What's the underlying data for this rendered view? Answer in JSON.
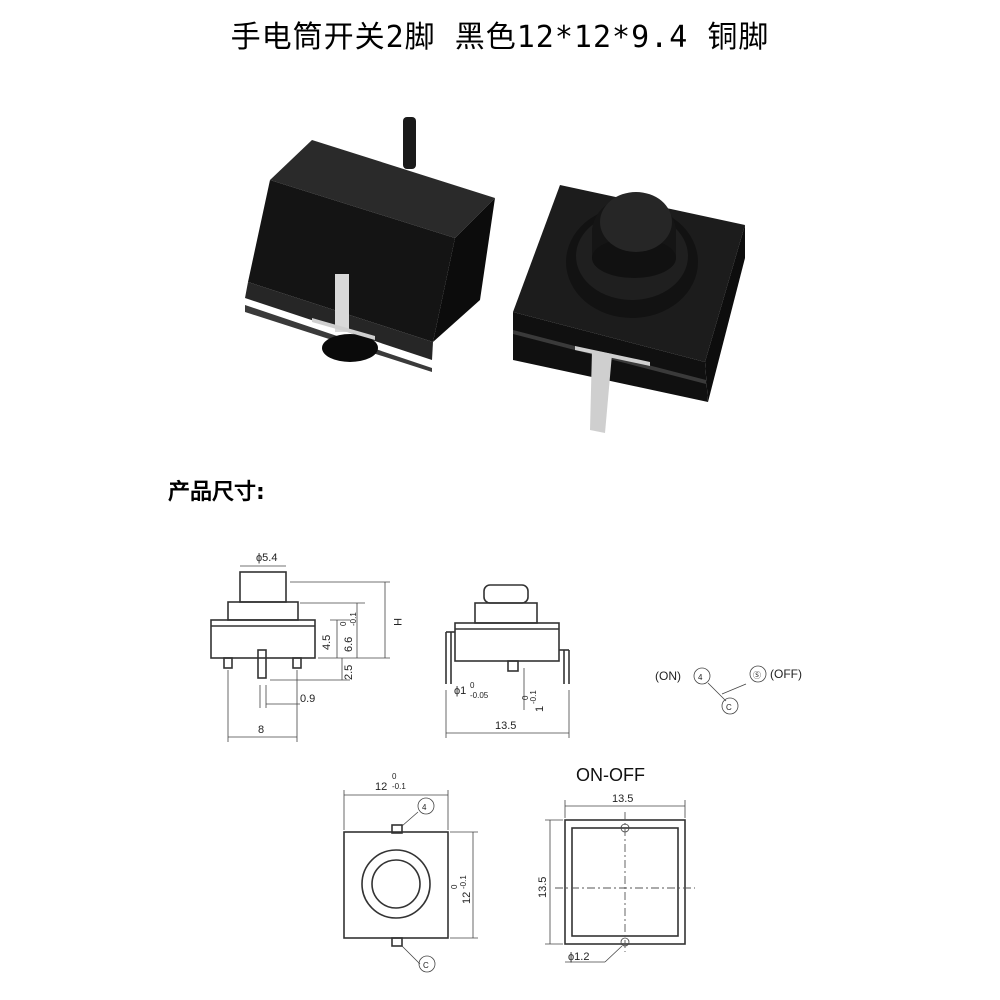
{
  "title": "手电筒开关2脚 黑色12*12*9.4 铜脚",
  "section_label": "产品尺寸:",
  "diagram": {
    "side_view": {
      "phi_label": "ϕ5.4",
      "h_label": "H",
      "dim_45": "4.5",
      "dim_66": "6.6",
      "dim_66_tol_up": "0",
      "dim_66_tol_dn": "-0.1",
      "dim_25": "2.5",
      "dim_09": "0.9",
      "dim_8": "8"
    },
    "front_view": {
      "phi_label": "ϕ1",
      "phi_tol_up": "0",
      "phi_tol_dn": "-0.05",
      "dim_1": "1",
      "dim_1_tol_up": "0",
      "dim_1_tol_dn": "-0.1",
      "dim_135": "13.5"
    },
    "schematic": {
      "on_label": "(ON)",
      "pin_on": "4",
      "pin_off": "Ⓢ",
      "off_label": "(OFF)",
      "pin_common": "C"
    },
    "top_view": {
      "dim_12_top": "12",
      "dim_12_top_tol_up": "0",
      "dim_12_top_tol_dn": "-0.1",
      "pin_4": "4",
      "dim_12_side": "12",
      "dim_12_side_tol_up": "0",
      "dim_12_side_tol_dn": "-0.1",
      "pin_c": "C"
    },
    "onoff_view": {
      "heading": "ON-OFF",
      "dim_135_top": "13.5",
      "dim_135_side": "13.5",
      "phi12": "ϕ1.2"
    }
  }
}
